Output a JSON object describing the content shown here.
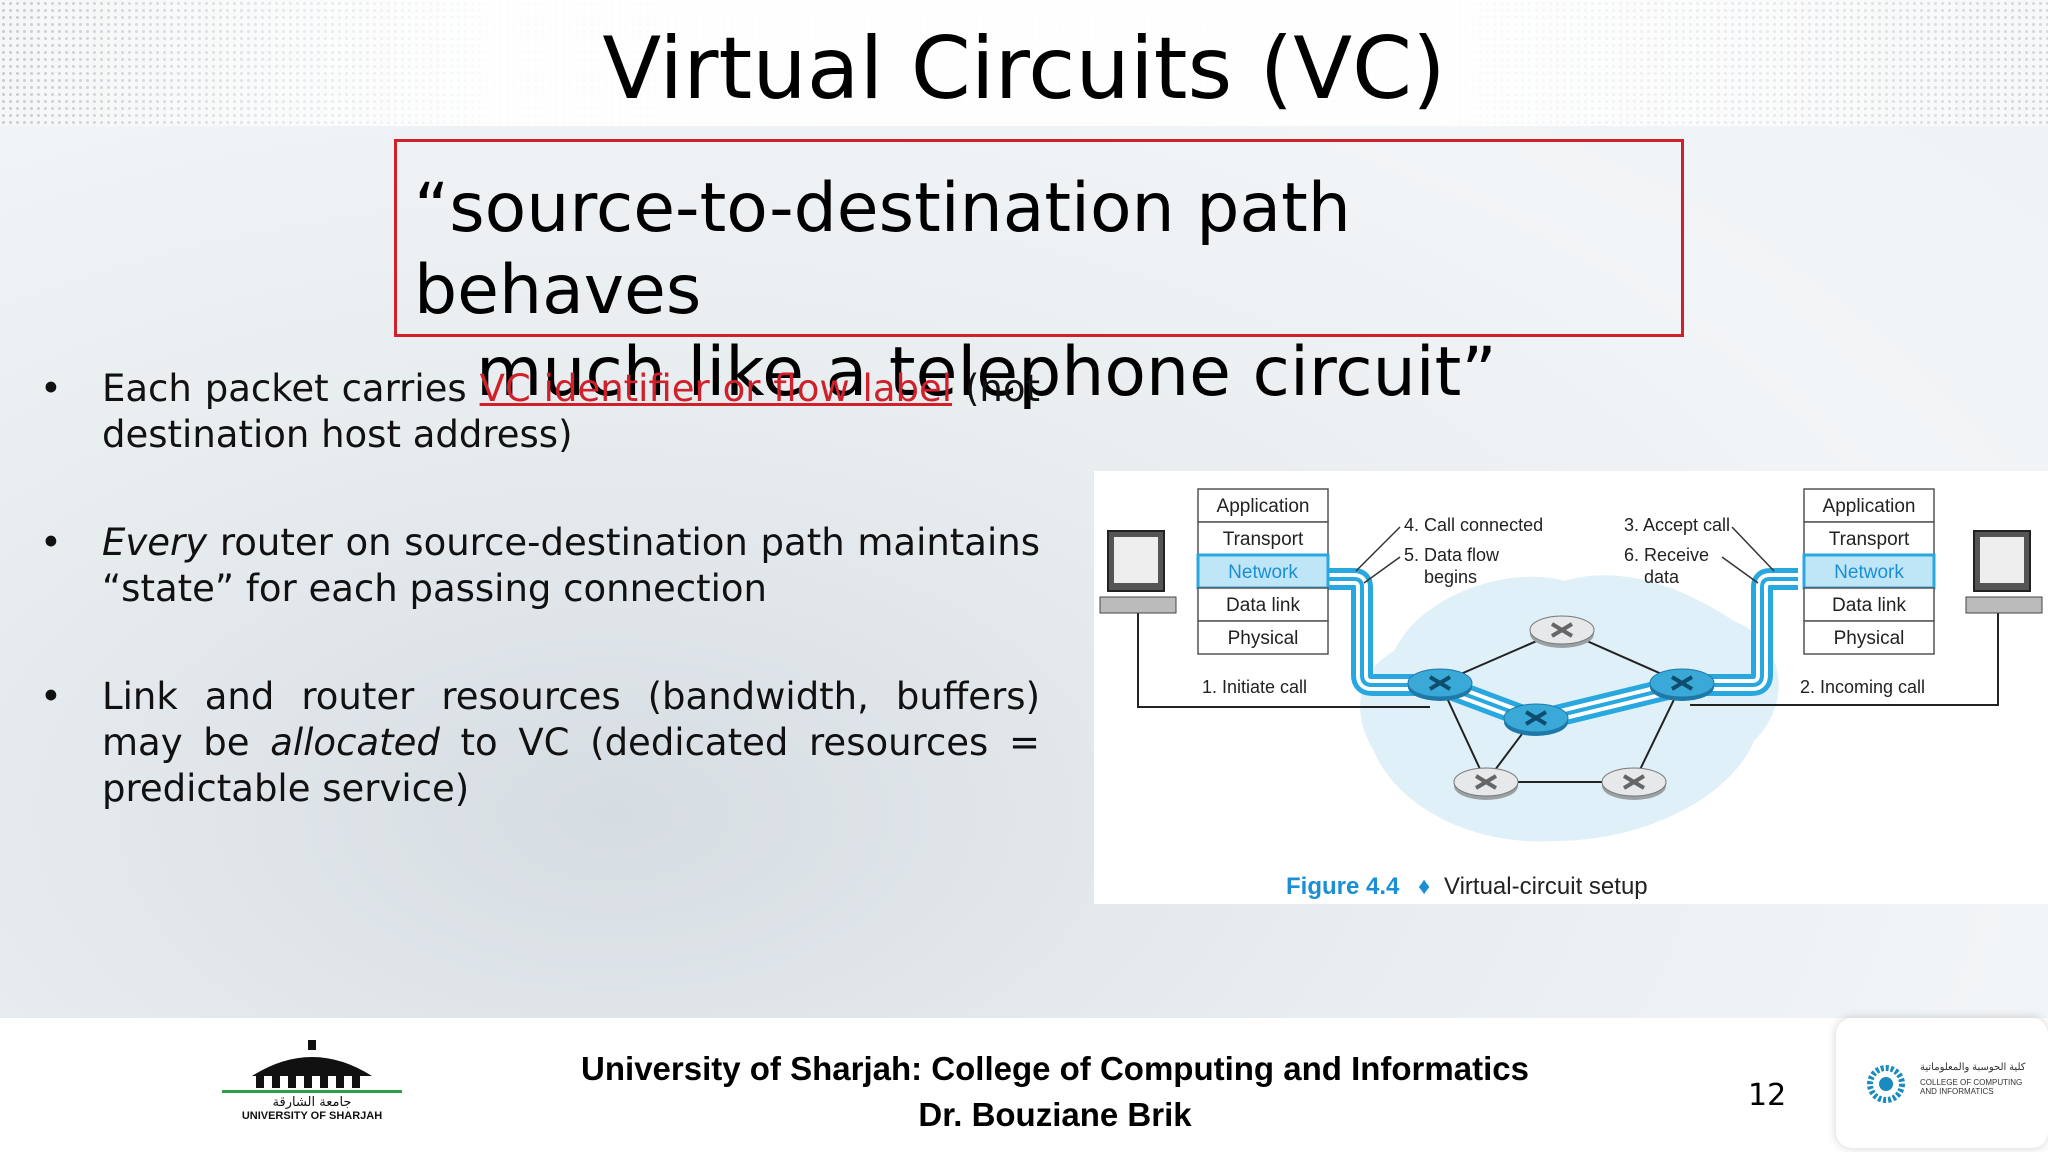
{
  "slide": {
    "title": "Virtual Circuits (VC)",
    "quote": {
      "line1": "“source-to-destination path behaves",
      "line2": "much like a telephone circuit”"
    },
    "bullets": [
      {
        "pre": "Each packet carries ",
        "link": "VC identifier or flow label",
        "post": " (not destination host address)"
      },
      {
        "em": "Every",
        "post": " router on source-destination path maintains “state” for each passing connection"
      },
      {
        "pre": "Link and router resources (bandwidth, buffers) may be ",
        "em": "allocated",
        "post": " to VC (dedicated resources = predictable service)"
      }
    ],
    "bullet_glyph": "•"
  },
  "figure": {
    "stack_layers": [
      "Application",
      "Transport",
      "Network",
      "Data link",
      "Physical"
    ],
    "annotations": {
      "initiate": "1. Initiate call",
      "incoming": "2. Incoming call",
      "accept": "3. Accept call",
      "connected": "4. Call connected",
      "dataflow_1": "5. Data flow",
      "dataflow_2": "begins",
      "receive_1": "6. Receive",
      "receive_2": "data"
    },
    "caption_label": "Figure 4.4",
    "caption_sep": "♦",
    "caption_text": "Virtual-circuit setup",
    "colors": {
      "highlight": "#29a8e0",
      "caption_blue": "#1b8fd6",
      "router": "#3aa9d8",
      "cloud": "#dff0f8"
    }
  },
  "footer": {
    "line1": "University of Sharjah: College of Computing and Informatics",
    "line2": "Dr. Bouziane Brik",
    "page_number": "12",
    "uni_logo_ar": "جامعة الشارقة",
    "uni_logo_en": "UNIVERSITY OF SHARJAH",
    "college_logo_ar": "كلية الحوسبة والمعلوماتية",
    "college_logo_en_1": "COLLEGE OF COMPUTING",
    "college_logo_en_2": "AND INFORMATICS"
  },
  "colors": {
    "accent_red": "#d0202a"
  }
}
